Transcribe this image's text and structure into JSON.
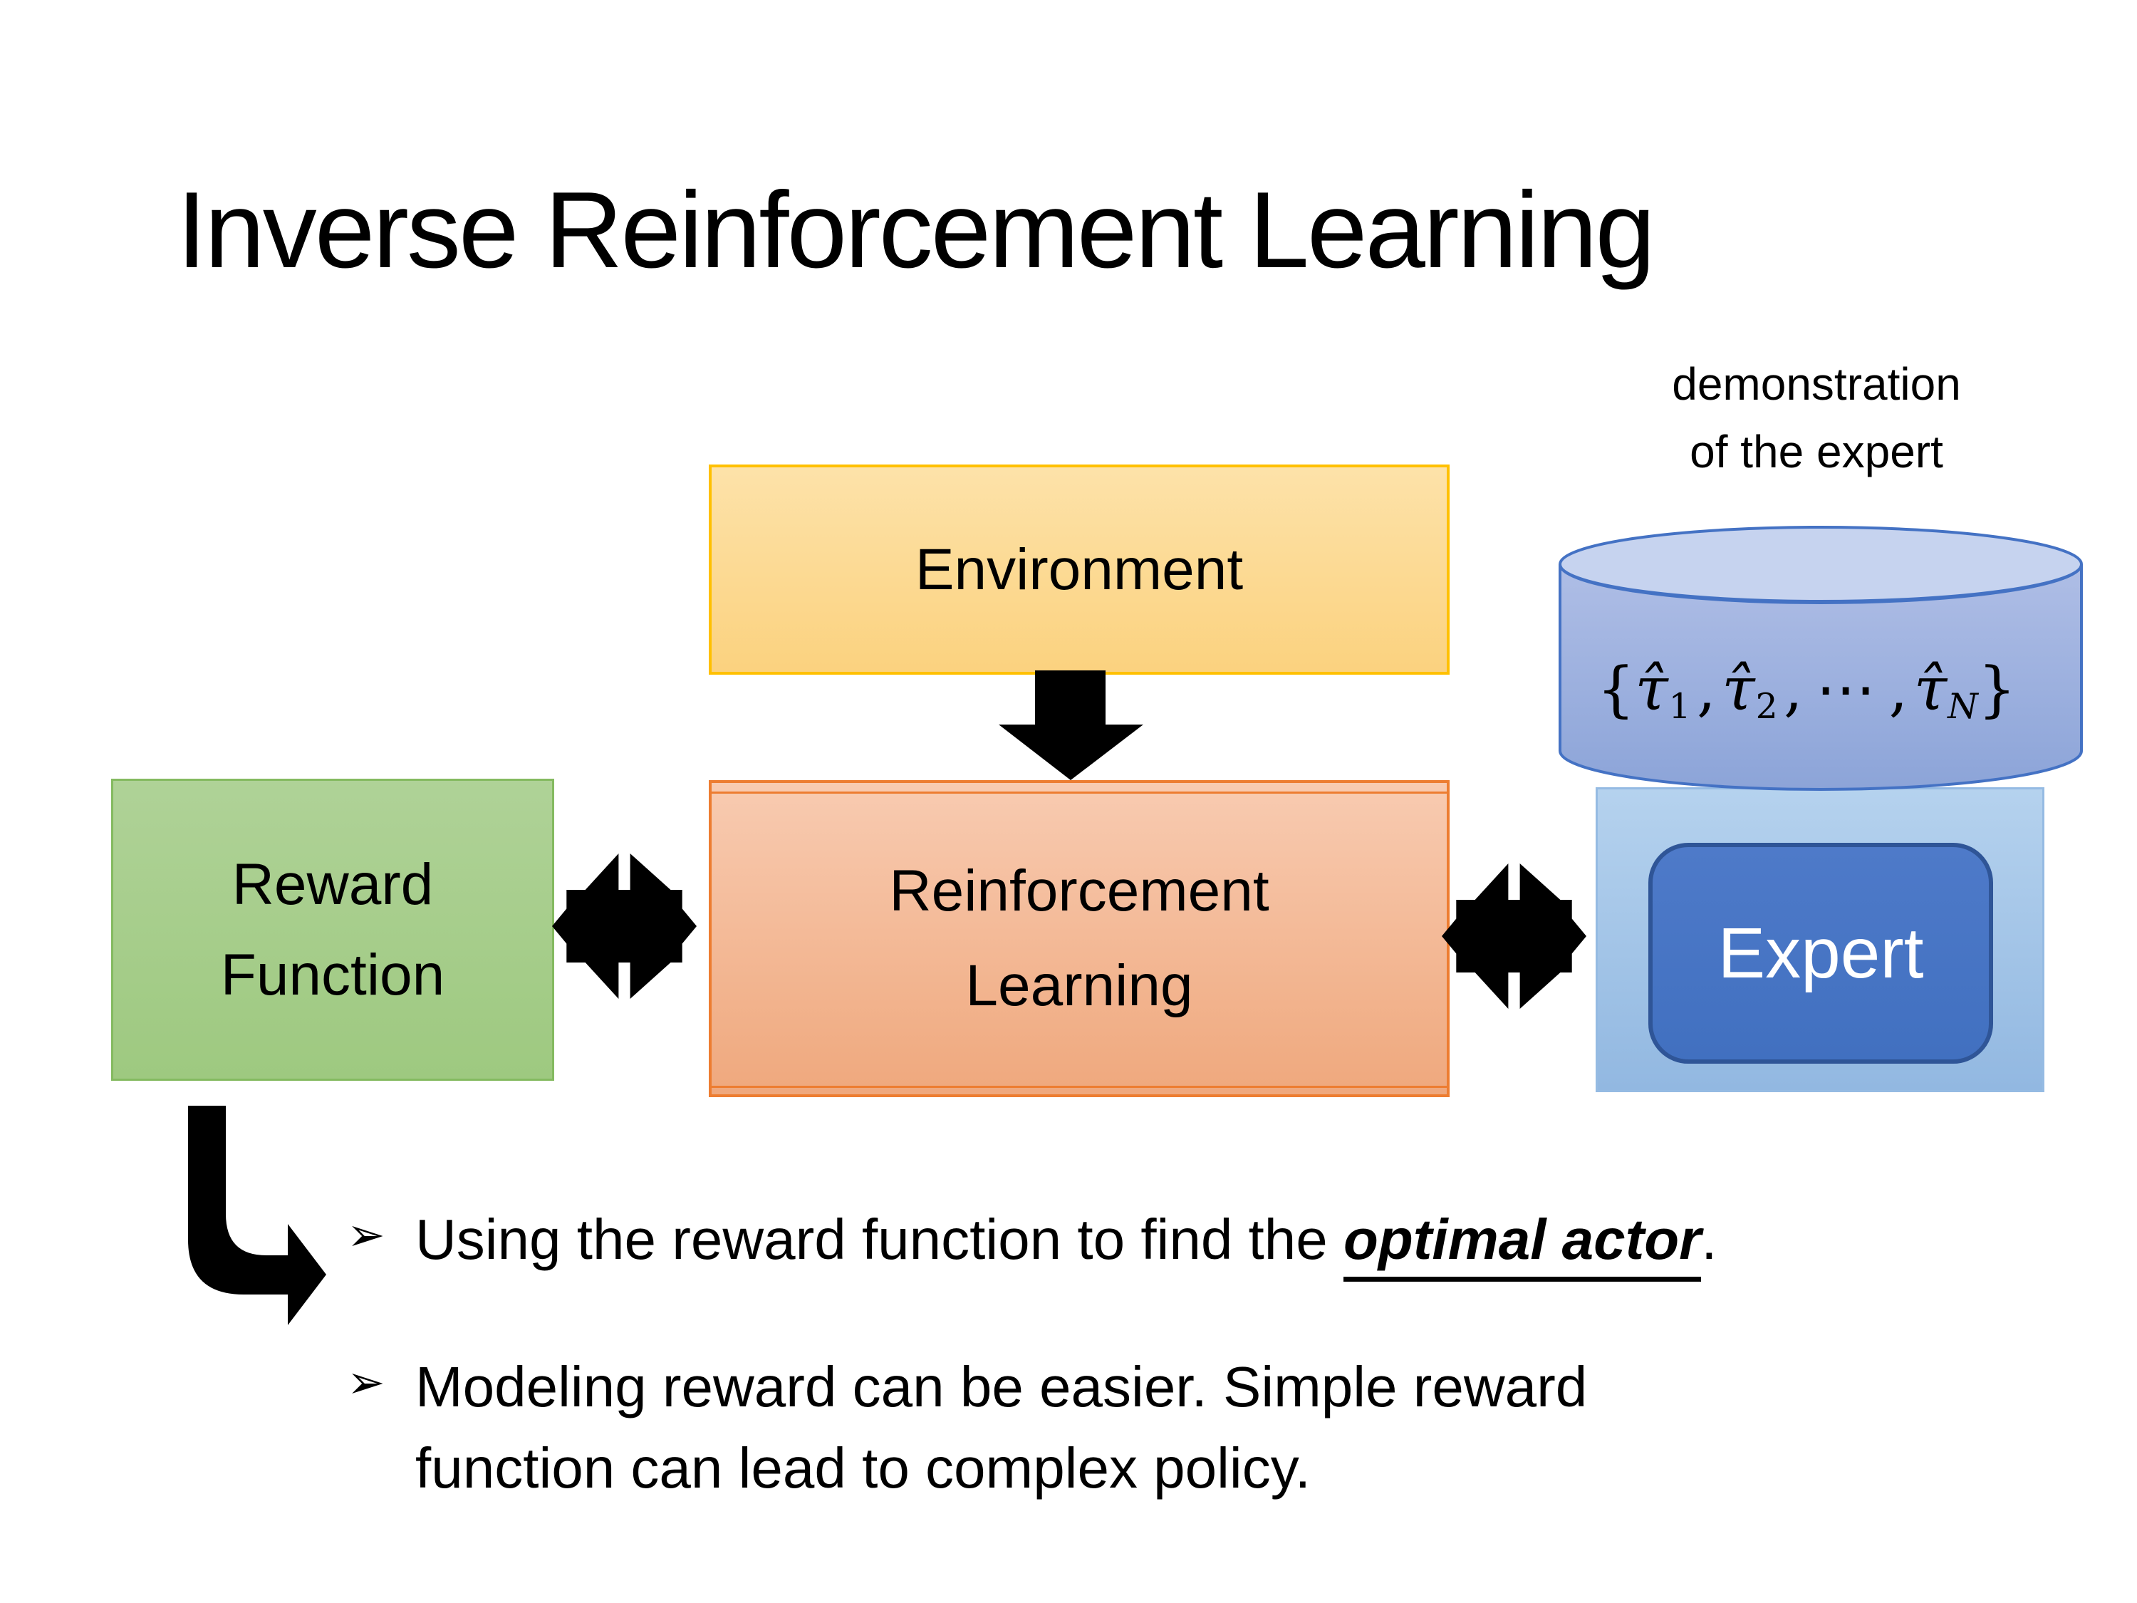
{
  "title": "Inverse Reinforcement Learning",
  "demo_label": {
    "line1": "demonstration",
    "line2": "of the expert"
  },
  "boxes": {
    "environment": {
      "label": "Environment"
    },
    "reward_function": {
      "line1": "Reward",
      "line2": "Function"
    },
    "reinforcement_learning": {
      "line1": "Reinforcement",
      "line2": "Learning"
    },
    "expert": {
      "label": "Expert"
    }
  },
  "formula": {
    "open": "{",
    "tau": "τ̂",
    "sub1": "1",
    "sep1": ",",
    "sub2": "2",
    "sep2": ",",
    "dots": "⋯",
    "sep3": ",",
    "subN": "N",
    "close": "}"
  },
  "bullets": {
    "first": {
      "marker": "➢",
      "prefix": "Using the reward function to find the ",
      "highlight": "optimal actor",
      "suffix": "."
    },
    "second": {
      "marker": "➢",
      "line1": "Modeling reward can be easier. Simple reward",
      "line2": "function can lead to complex policy."
    }
  },
  "icons": {
    "down_arrow": "down-arrow",
    "double_arrow": "double-arrow",
    "elbow_arrow": "bent-right-arrow",
    "cylinder": "database-cylinder"
  },
  "colors": {
    "text": "#000000",
    "arrow": "#000000",
    "env_border": "#FFC000",
    "env_fill_top": "#FDE2A9",
    "env_fill_bottom": "#FBD27F",
    "green_border": "#84BA60",
    "green_fill_top": "#AFD297",
    "green_fill_bottom": "#9EC980",
    "rl_border": "#ED7D31",
    "rl_fill_top": "#F8CBB1",
    "rl_fill_bottom": "#EFA87D",
    "panel_border": "#95BBE3",
    "panel_fill_top": "#B5D2EE",
    "panel_fill_bottom": "#92B8E1",
    "expert_border": "#2F5597",
    "expert_fill_top": "#4E7AC9",
    "expert_fill_bottom": "#4170C0",
    "cyl_border": "#4472C4",
    "cyl_top_fill": "#C6D3EF",
    "cyl_body_top": "#AFBEE6",
    "cyl_body_bottom": "#8CA4D8"
  }
}
